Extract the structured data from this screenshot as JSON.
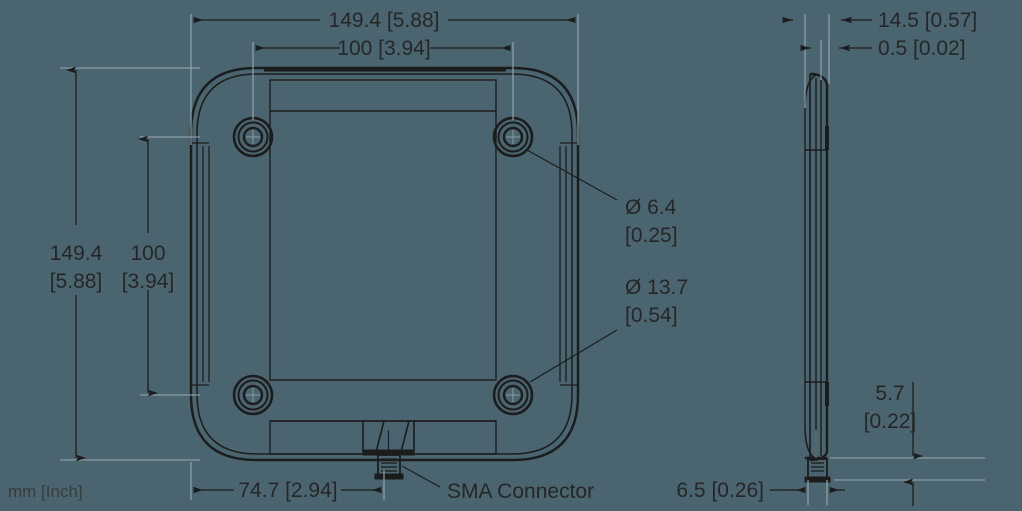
{
  "drawing": {
    "title": "Antenna Enclosure Mechanical Drawing",
    "units_note": "mm [Inch]",
    "line_color": "#1c1c1c",
    "thin_line_color": "#2b2b2b",
    "background_color": "#4a6570",
    "text_color": "#262626"
  },
  "front_view": {
    "name": "front-view",
    "dimensions": {
      "overall_width": "149.4 [5.88]",
      "hole_pitch_horizontal": "100 [3.94]",
      "overall_height": "149.4",
      "overall_height_inch": "[5.88]",
      "hole_pitch_vertical": "100",
      "hole_pitch_vertical_inch": "[3.94]",
      "connector_offset": "74.7 [2.94]"
    },
    "callouts": {
      "hole_inner_diameter_line1": "Ø 6.4",
      "hole_inner_diameter_line2": "[0.25]",
      "hole_outer_diameter_line1": "Ø 13.7",
      "hole_outer_diameter_line2": "[0.54]",
      "connector_label": "SMA Connector"
    }
  },
  "side_view": {
    "name": "side-view",
    "dimensions": {
      "depth": "14.5 [0.57]",
      "lip_thickness": "0.5 [0.02]",
      "connector_height_line1": "5.7",
      "connector_height_line2": "[0.22]",
      "connector_width": "6.5 [0.26]"
    }
  }
}
